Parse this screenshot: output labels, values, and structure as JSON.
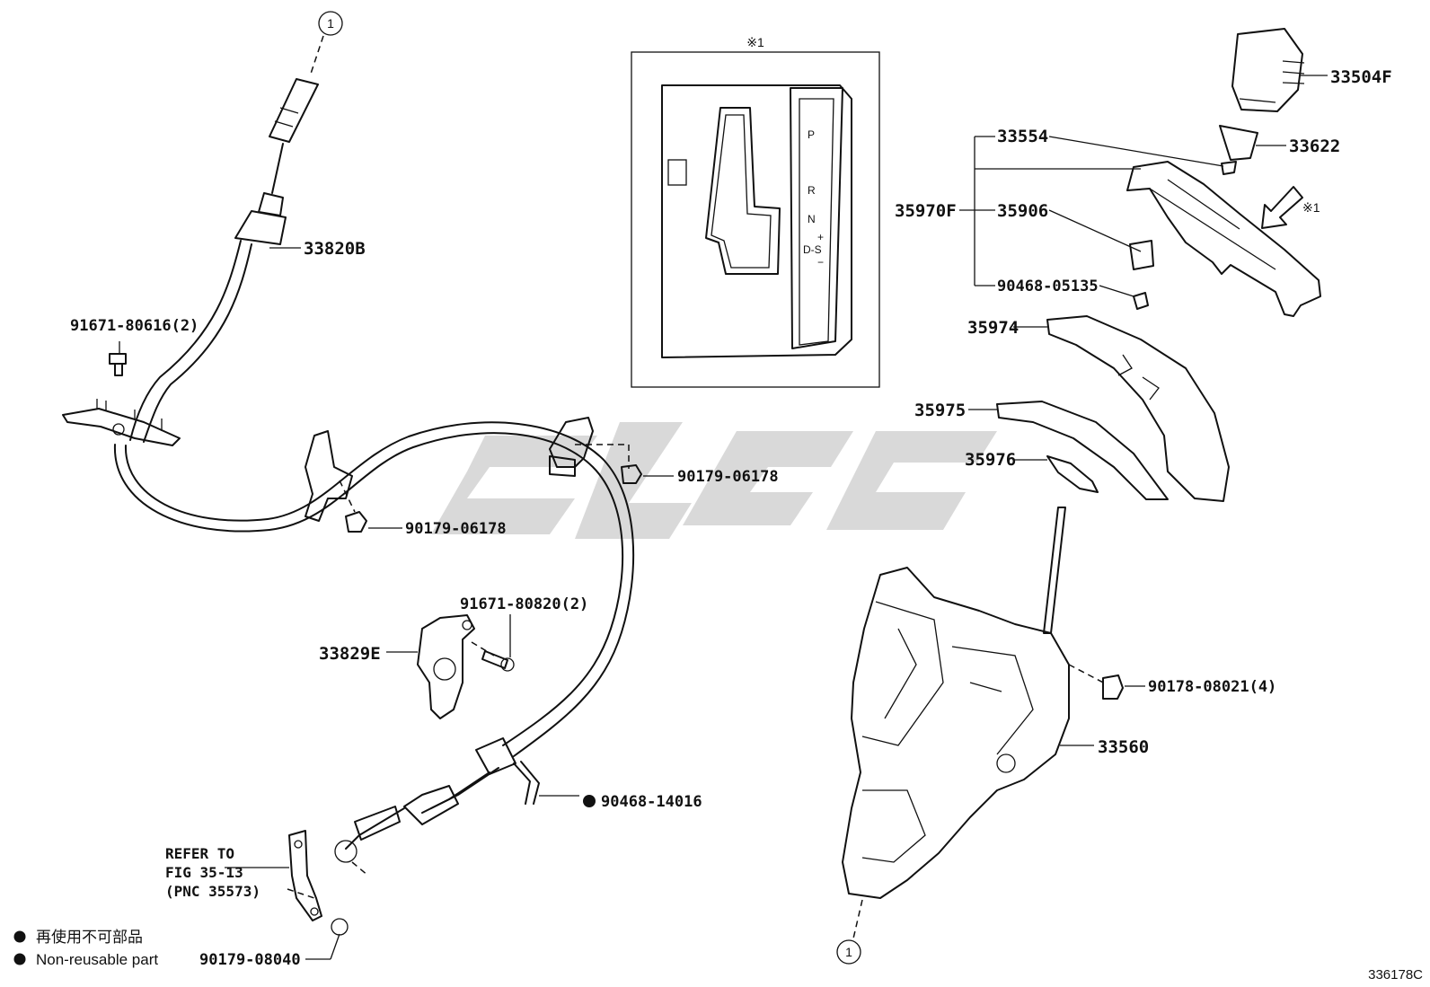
{
  "callouts": {
    "c1_top": "1",
    "c1_bottom": "1",
    "inset_mark": "※1",
    "arrow_mark": "※1"
  },
  "labels": {
    "p33820B": "33820B",
    "p91671_80616": "91671-80616(2)",
    "p90179_06178_a": "90179-06178",
    "p90179_06178_b": "90179-06178",
    "p91671_80820": "91671-80820(2)",
    "p33829E": "33829E",
    "p90468_14016": "90468-14016",
    "p90179_08040": "90179-08040",
    "p33504F": "33504F",
    "p33622": "33622",
    "p33554": "33554",
    "p35970F": "35970F",
    "p35906": "35906",
    "p90468_05135": "90468-05135",
    "p35974": "35974",
    "p35975": "35975",
    "p35976": "35976",
    "p90178_08021": "90178-08021(4)",
    "p33560": "33560"
  },
  "refer": {
    "line1": "REFER TO",
    "line2": "FIG 35-13",
    "line3": "(PNC 35573)"
  },
  "inset_gears": {
    "p": "P",
    "r": "R",
    "n": "N",
    "ds": "D-S",
    "plus": "+",
    "minus": "−"
  },
  "legend": {
    "jp": "再使用不可部品",
    "en": "Non-reusable part"
  },
  "figure_id": "336178C"
}
